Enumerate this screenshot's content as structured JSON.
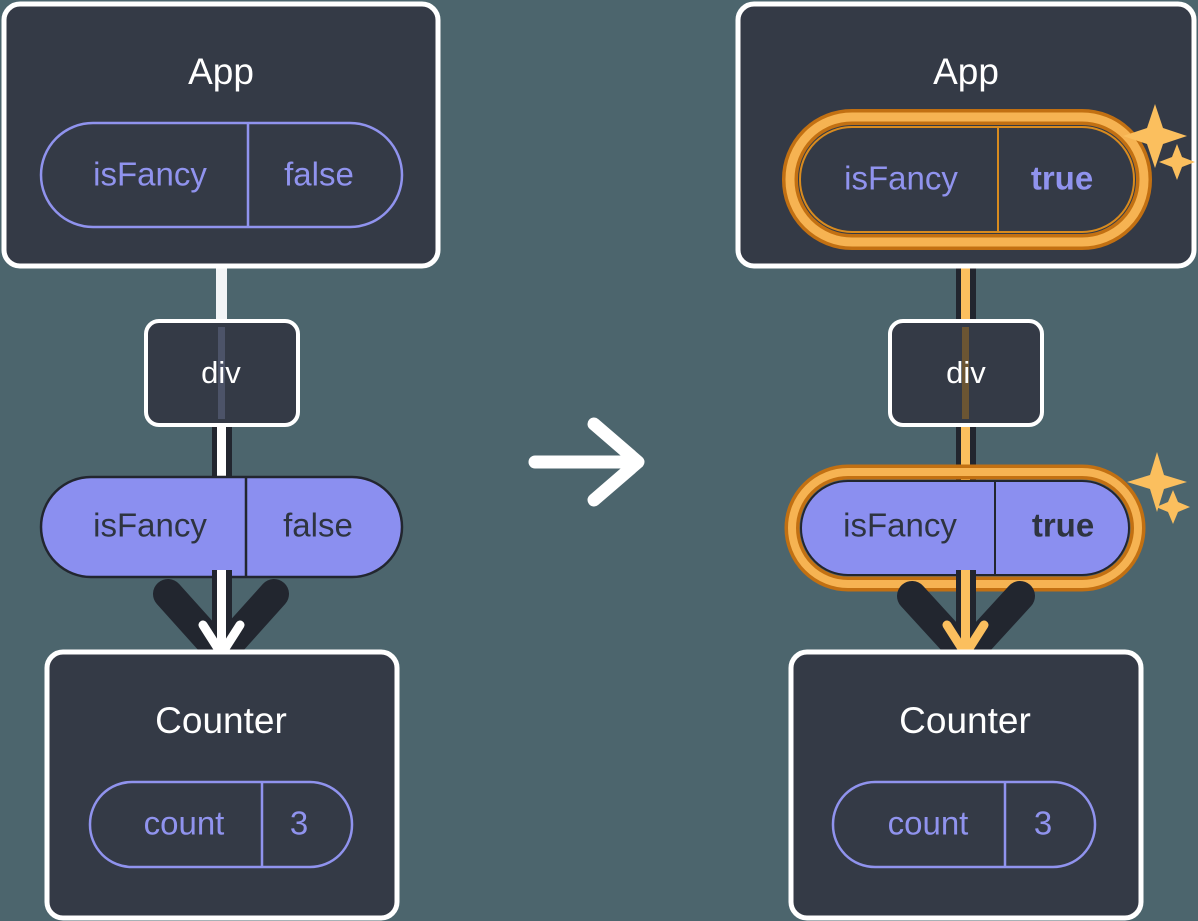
{
  "colors": {
    "background": "#4C656D",
    "box_fill": "#343A46",
    "box_border": "#FFFFFF",
    "pill_outline": "#9093EE",
    "pill_fill": "#8B8FF0",
    "pill_fill_text": "#2E3440",
    "connector_dark": "#22262F",
    "connector_light": "#FFFFFF",
    "highlight_outer": "#C27012",
    "highlight_inner": "#F6B352",
    "highlight_line": "#D98B1E",
    "sparkle": "#FBBF5E",
    "arrow_white": "#FFFFFF",
    "arrow_amber": "#FBBF5E"
  },
  "transition_arrow": {
    "icon": "arrow-right-icon",
    "label": "transition-arrow"
  },
  "panels": [
    {
      "id": "before",
      "name": "before-panel",
      "app_box": {
        "title": "App",
        "pill": {
          "key": "isFancy",
          "value": "false",
          "style": "outline",
          "highlighted": false,
          "bold_value": false
        }
      },
      "div_box": {
        "label": "div"
      },
      "prop_pill": {
        "key": "isFancy",
        "value": "false",
        "style": "filled",
        "highlighted": false,
        "bold_value": false
      },
      "counter_box": {
        "title": "Counter",
        "pill": {
          "key": "count",
          "value": "3",
          "style": "outline",
          "highlighted": false,
          "bold_value": false
        }
      },
      "arrow_color": "#FFFFFF",
      "sparkles": false
    },
    {
      "id": "after",
      "name": "after-panel",
      "app_box": {
        "title": "App",
        "pill": {
          "key": "isFancy",
          "value": "true",
          "style": "outline",
          "highlighted": true,
          "bold_value": true
        }
      },
      "div_box": {
        "label": "div"
      },
      "prop_pill": {
        "key": "isFancy",
        "value": "true",
        "style": "filled",
        "highlighted": true,
        "bold_value": true
      },
      "counter_box": {
        "title": "Counter",
        "pill": {
          "key": "count",
          "value": "3",
          "style": "outline",
          "highlighted": false,
          "bold_value": false
        }
      },
      "arrow_color": "#FBBF5E",
      "sparkles": true
    }
  ]
}
